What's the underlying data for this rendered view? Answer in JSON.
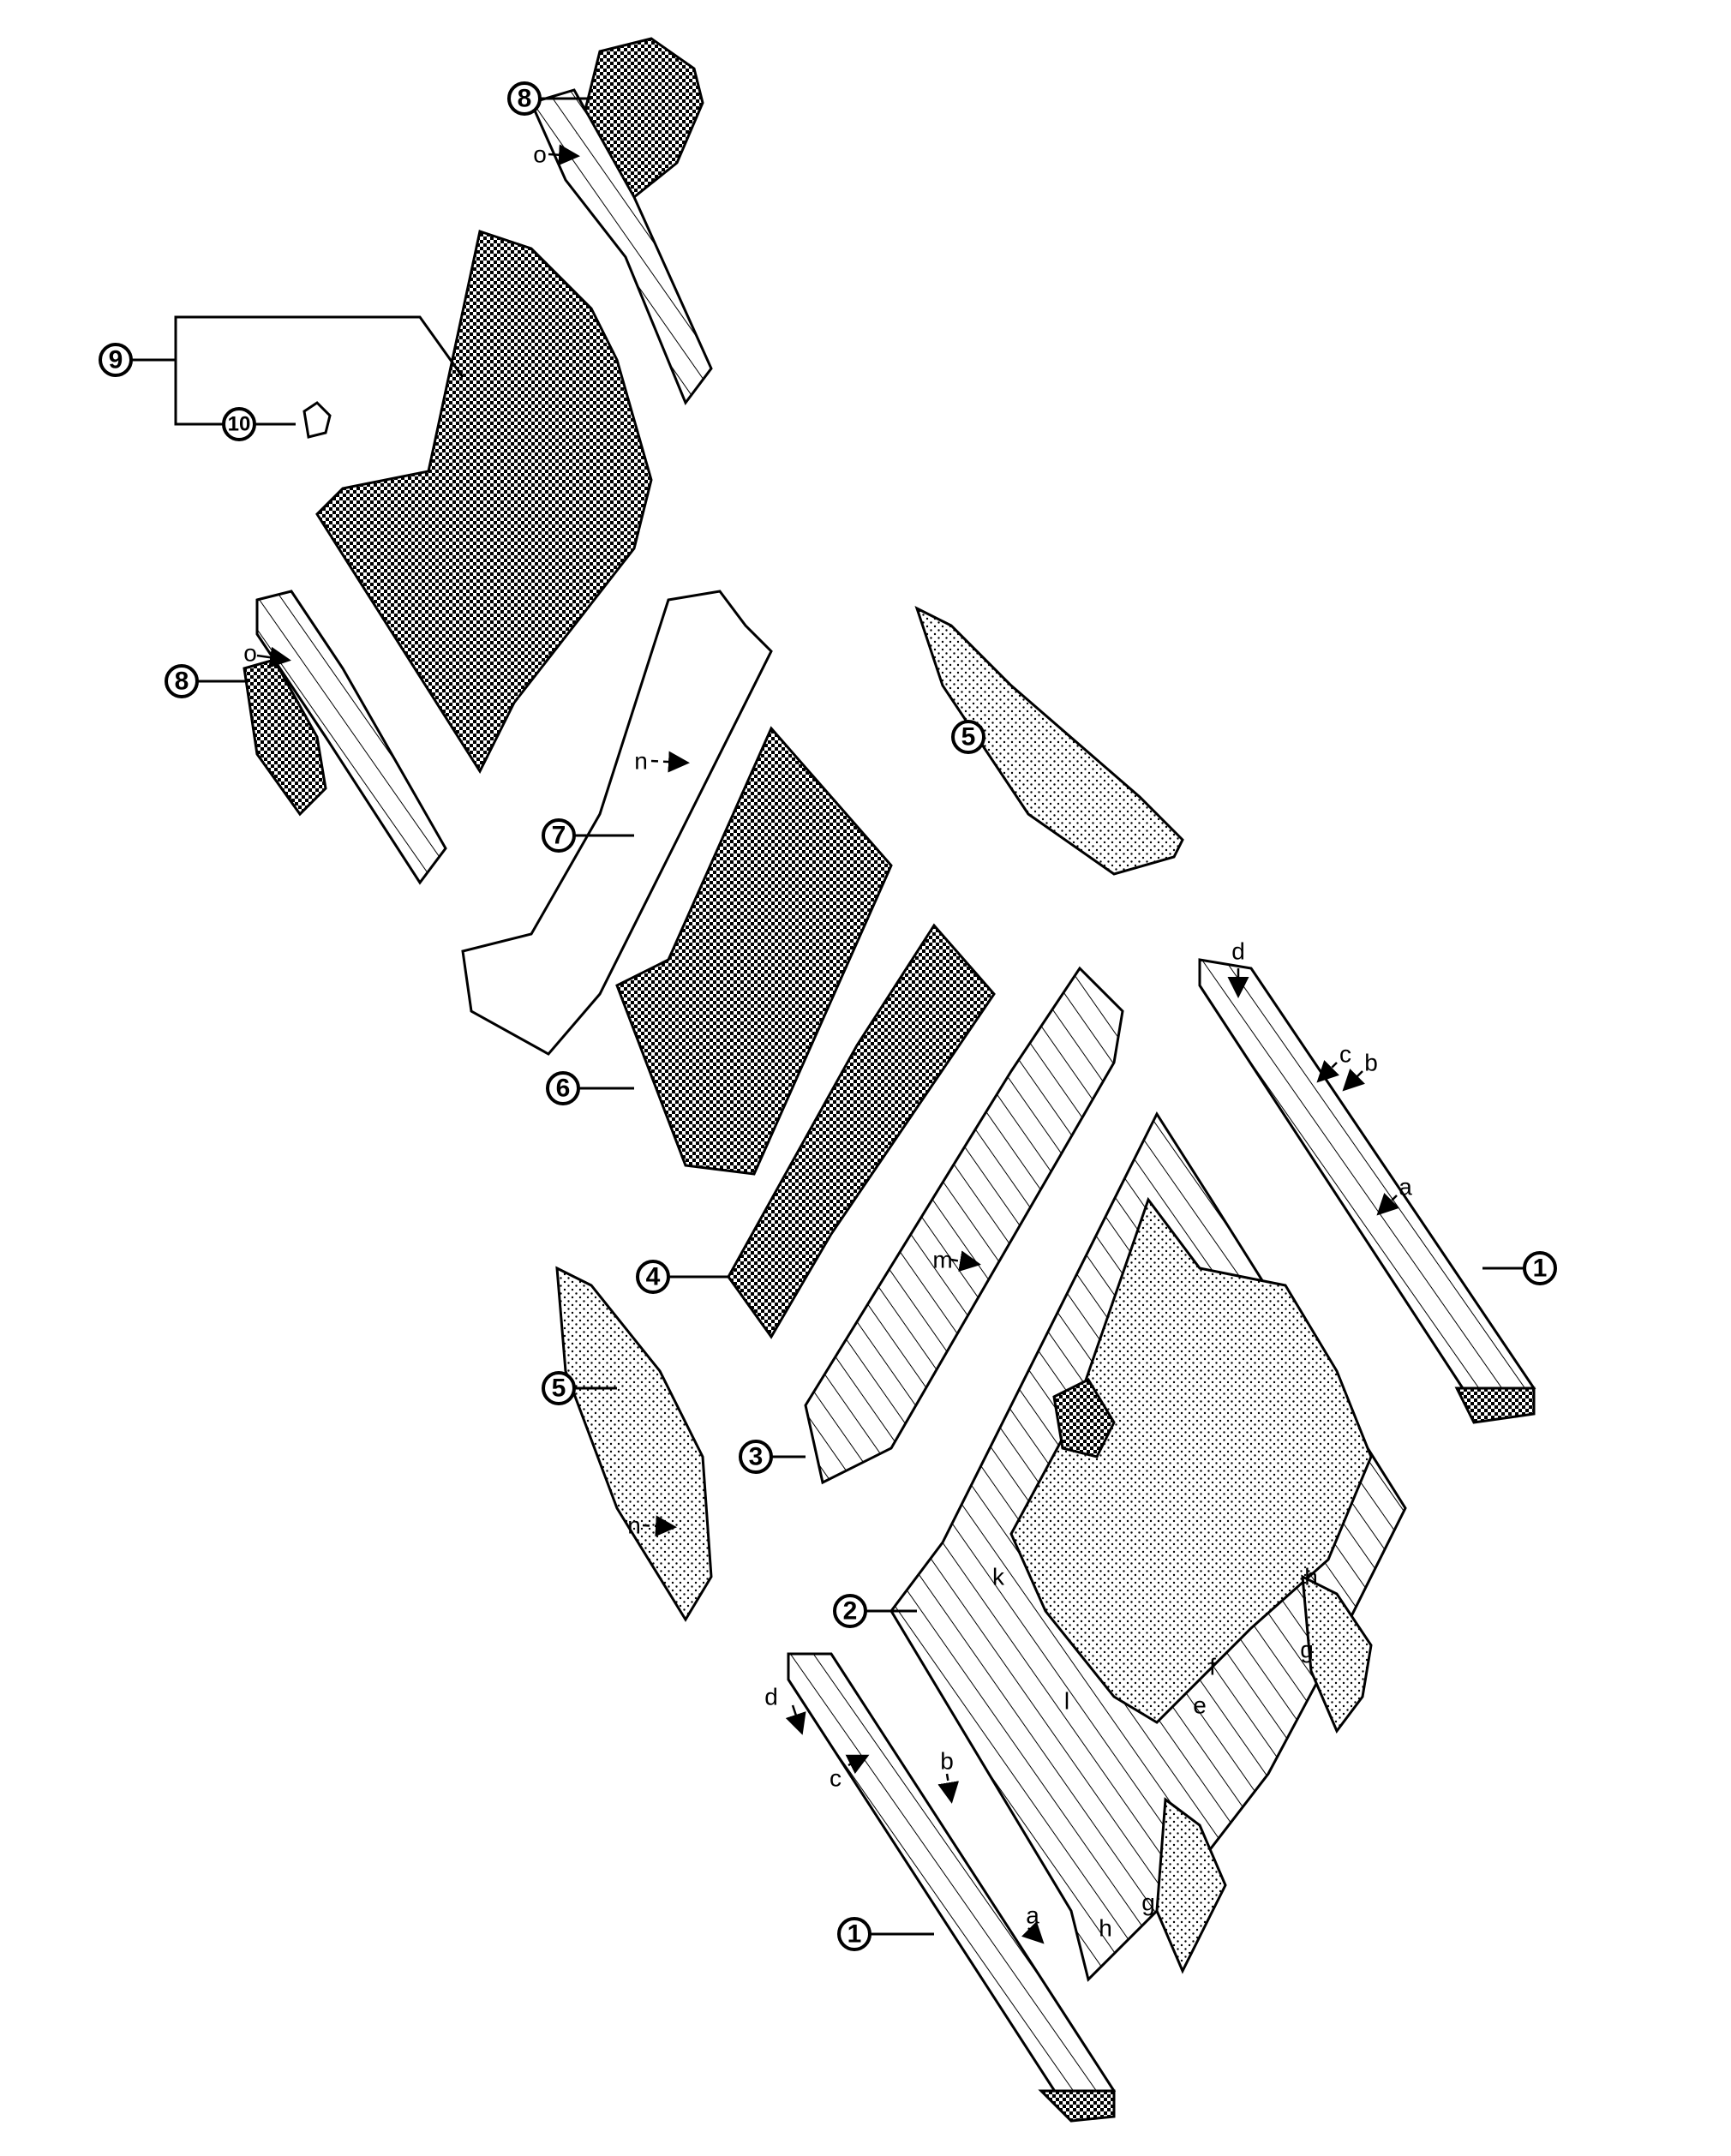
{
  "callouts": [
    "1",
    "1",
    "2",
    "3",
    "4",
    "5",
    "5",
    "6",
    "7",
    "8",
    "8",
    "9",
    "10"
  ],
  "letters": [
    "a",
    "b",
    "c",
    "d",
    "a",
    "b",
    "c",
    "d",
    "e",
    "f",
    "g",
    "g",
    "h",
    "h",
    "k",
    "l",
    "m",
    "n",
    "n",
    "o",
    "o"
  ],
  "colors": {
    "line": "#000000",
    "background": "#ffffff"
  }
}
